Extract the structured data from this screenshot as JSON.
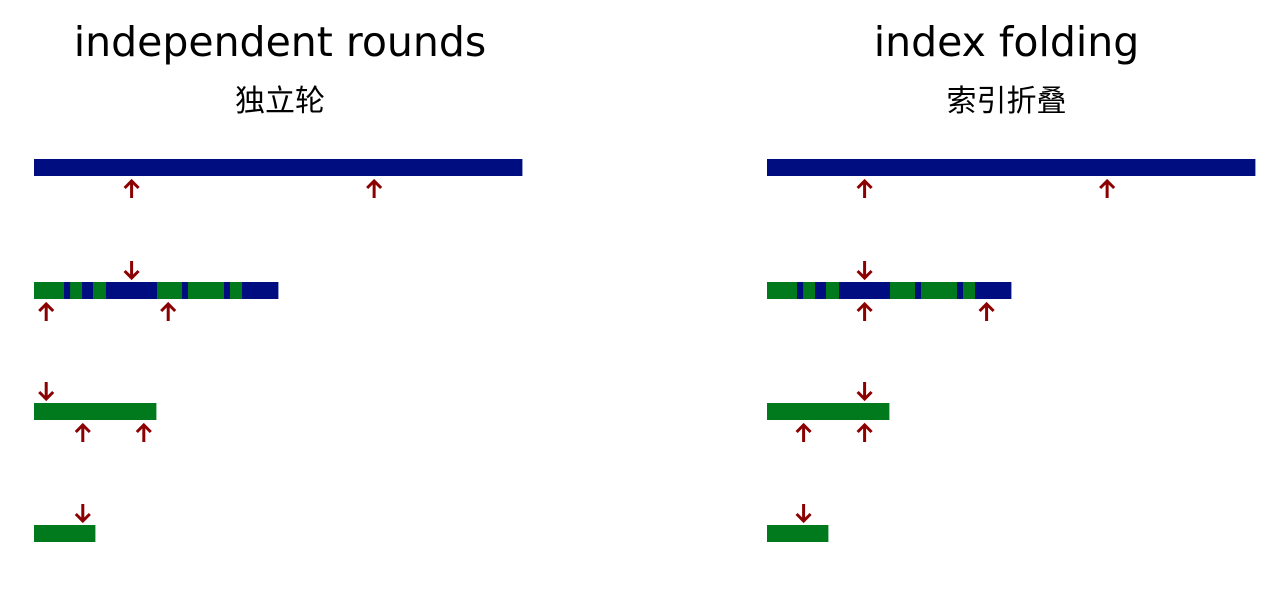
{
  "colors": {
    "blue": "#000d80",
    "green": "#007a1c",
    "arrow": "#8b0000",
    "text": "#000000",
    "background": "#ffffff"
  },
  "panels": [
    {
      "key": "left",
      "title": "independent rounds",
      "subtitle": "独立轮",
      "rows": [
        {
          "length": 1.0,
          "segments": [
            [
              0,
              1.0,
              "blue"
            ]
          ],
          "down_arrows": [],
          "up_arrows": [
            0.2,
            0.697
          ]
        },
        {
          "length": 0.5,
          "segments": [
            [
              0,
              0.0615,
              "green"
            ],
            [
              0.0615,
              0.074,
              "blue"
            ],
            [
              0.074,
              0.0984,
              "green"
            ],
            [
              0.0984,
              0.1209,
              "blue"
            ],
            [
              0.1209,
              0.1475,
              "green"
            ],
            [
              0.1475,
              0.2521,
              "blue"
            ],
            [
              0.2521,
              0.3033,
              "green"
            ],
            [
              0.3033,
              0.3156,
              "blue"
            ],
            [
              0.3156,
              0.3893,
              "green"
            ],
            [
              0.3893,
              0.4016,
              "blue"
            ],
            [
              0.4016,
              0.4262,
              "green"
            ],
            [
              0.4262,
              0.5,
              "blue"
            ]
          ],
          "down_arrows": [
            0.2
          ],
          "up_arrows": [
            0.025,
            0.275
          ]
        },
        {
          "length": 0.25,
          "segments": [
            [
              0,
              0.25,
              "green"
            ]
          ],
          "down_arrows": [
            0.025
          ],
          "up_arrows": [
            0.1,
            0.225
          ]
        },
        {
          "length": 0.125,
          "segments": [
            [
              0,
              0.125,
              "green"
            ]
          ],
          "down_arrows": [
            0.1
          ],
          "up_arrows": []
        }
      ]
    },
    {
      "key": "right",
      "title": "index folding",
      "subtitle": "索引折叠",
      "rows": [
        {
          "length": 1.0,
          "segments": [
            [
              0,
              1.0,
              "blue"
            ]
          ],
          "down_arrows": [],
          "up_arrows": [
            0.2,
            0.697
          ]
        },
        {
          "length": 0.5,
          "segments": [
            [
              0,
              0.0615,
              "green"
            ],
            [
              0.0615,
              0.074,
              "blue"
            ],
            [
              0.074,
              0.0984,
              "green"
            ],
            [
              0.0984,
              0.1209,
              "blue"
            ],
            [
              0.1209,
              0.1475,
              "green"
            ],
            [
              0.1475,
              0.2521,
              "blue"
            ],
            [
              0.2521,
              0.3033,
              "green"
            ],
            [
              0.3033,
              0.3156,
              "blue"
            ],
            [
              0.3156,
              0.3893,
              "green"
            ],
            [
              0.3893,
              0.4016,
              "blue"
            ],
            [
              0.4016,
              0.4262,
              "green"
            ],
            [
              0.4262,
              0.5,
              "blue"
            ]
          ],
          "down_arrows": [
            0.2
          ],
          "up_arrows": [
            0.2,
            0.45
          ]
        },
        {
          "length": 0.25,
          "segments": [
            [
              0,
              0.25,
              "green"
            ]
          ],
          "down_arrows": [
            0.2
          ],
          "up_arrows": [
            0.075,
            0.2
          ]
        },
        {
          "length": 0.125,
          "segments": [
            [
              0,
              0.125,
              "green"
            ]
          ],
          "down_arrows": [
            0.075
          ],
          "up_arrows": []
        }
      ]
    }
  ]
}
